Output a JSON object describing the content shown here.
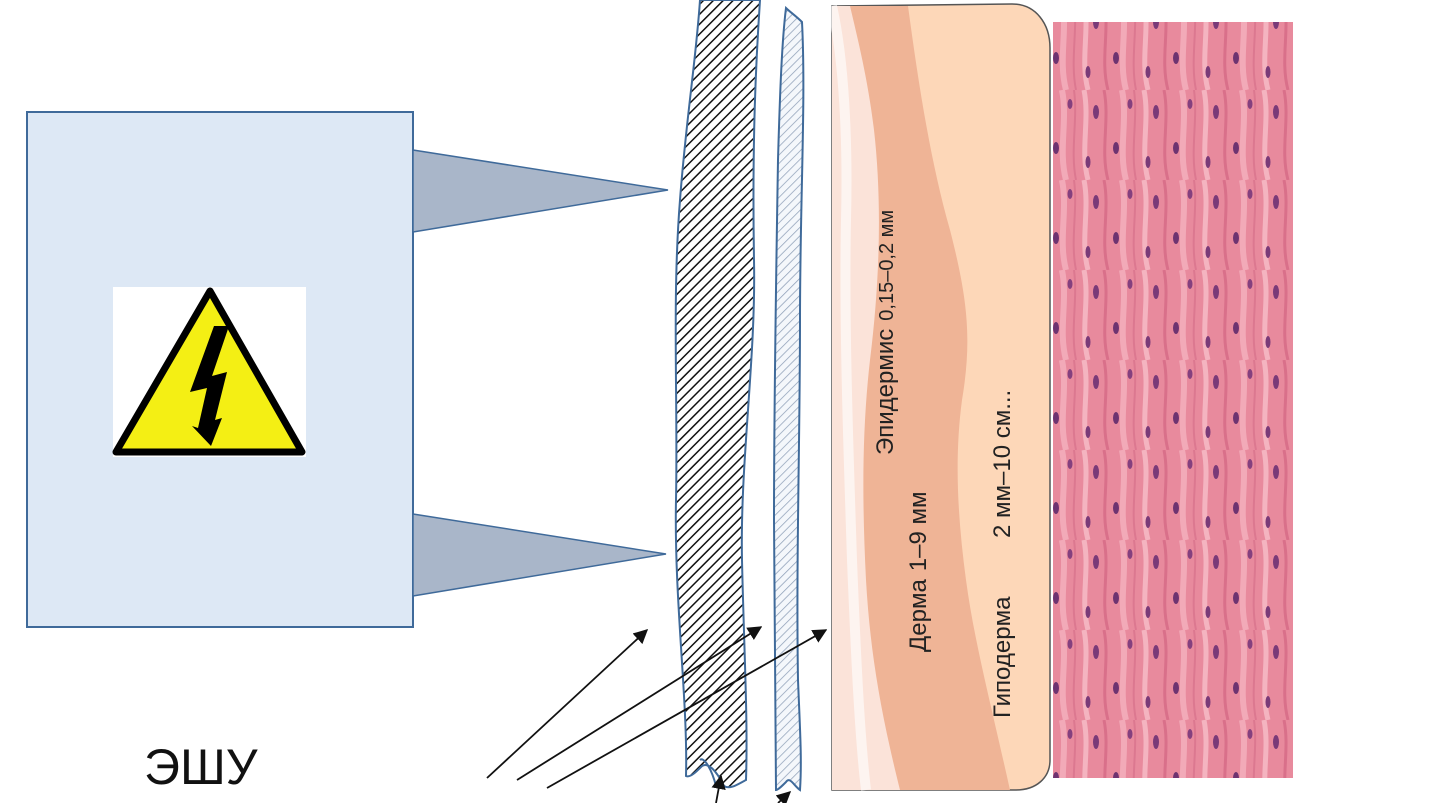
{
  "device": {
    "label": "ЭШУ",
    "warning_icon": "high-voltage-warning-icon"
  },
  "skin_layers": {
    "epidermis": {
      "name": "Эпидермис",
      "thickness": "0,15–0,2 мм"
    },
    "dermis": {
      "name": "Дерма",
      "thickness": "1–9 мм"
    },
    "hypodermis": {
      "name": "Гиподерма",
      "thickness": "2 мм–10 см..."
    }
  },
  "colors": {
    "device_body": "#dde8f5",
    "device_border": "#3f6a9a",
    "electrode": "#a9b6c9",
    "epidermis": "#fbe3d9",
    "dermis": "#efb496",
    "hypodermis": "#fdd7b8",
    "muscle": "#e8889c",
    "warning_yellow": "#f4ef14"
  }
}
